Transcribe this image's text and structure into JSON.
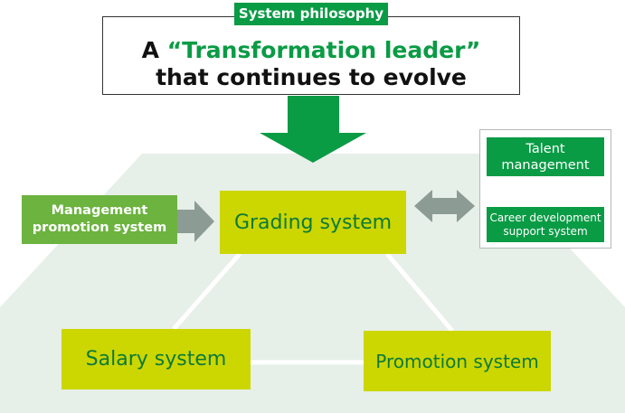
{
  "philosophy": {
    "tag": "System philosophy",
    "title_prefix": "A ",
    "title_highlight": "“Transformation leader”",
    "title_line2": "that continues to evolve"
  },
  "nodes": {
    "management": "Management promotion system",
    "grading": "Grading system",
    "salary": "Salary system",
    "promotion": "Promotion system",
    "talent": "Talent management",
    "career": "Career development support system"
  },
  "colors": {
    "dark_green": "#0a9b45",
    "light_green": "#6cb33f",
    "yellow_green": "#ccd600",
    "background_tint": "#e6efe8",
    "arrow_gray": "#8c9c94",
    "arrow_beige": "#c9c2ad"
  }
}
